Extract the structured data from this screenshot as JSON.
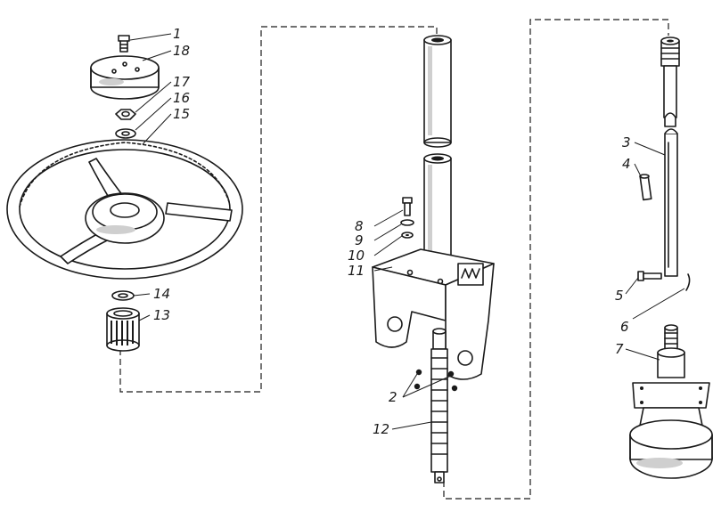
{
  "diagram": {
    "callouts": [
      "1",
      "18",
      "17",
      "16",
      "15",
      "14",
      "13",
      "8",
      "9",
      "10",
      "11",
      "2",
      "12",
      "3",
      "4",
      "5",
      "6",
      "7"
    ]
  },
  "colors": {
    "ink": "#1a1a1a",
    "paper": "#ffffff",
    "shade": "#cfcfcf"
  }
}
